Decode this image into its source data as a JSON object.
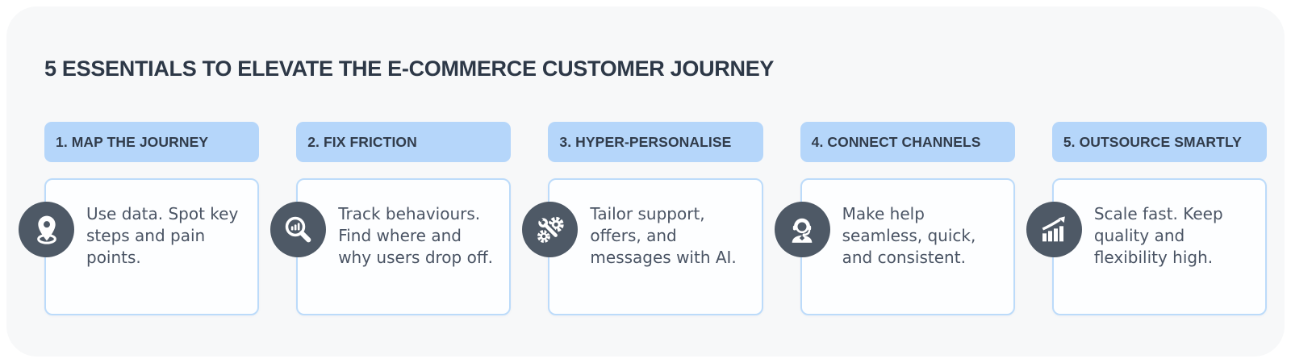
{
  "header": {
    "title": "5 ESSENTIALS TO ELEVATE THE E-COMMERCE CUSTOMER JOURNEY"
  },
  "cards": [
    {
      "badge": "1. MAP THE JOURNEY",
      "icon": "location-pin-icon",
      "lines": [
        "Use data. Spot key",
        "steps and pain",
        "points."
      ]
    },
    {
      "badge": "2. FIX FRICTION",
      "icon": "search-analytics-icon",
      "lines": [
        "Track behaviours.",
        "Find where and",
        "why users drop off."
      ]
    },
    {
      "badge": "3. HYPER-PERSONALISE",
      "icon": "gears-wrench-icon",
      "lines": [
        "Tailor support,",
        "offers, and",
        "messages with AI."
      ]
    },
    {
      "badge": "4. CONNECT CHANNELS",
      "icon": "headset-agent-icon",
      "lines": [
        "Make help",
        "seamless, quick,",
        "and consistent."
      ]
    },
    {
      "badge": "5. OUTSOURCE SMARTLY",
      "icon": "growth-chart-icon",
      "lines": [
        "Scale fast. Keep",
        "quality and",
        "flexibility high."
      ]
    }
  ],
  "colors": {
    "page_bg": "#ffffff",
    "board_bg": "#f7f8f9",
    "badge_bg": "#b5d6fa",
    "badge_text": "#313c4b",
    "title_text": "#2d3847",
    "card_bg": "#fdfeff",
    "card_border": "#bcdbfa",
    "icon_circle_bg": "#4e5966",
    "body_text": "#4a5464"
  }
}
